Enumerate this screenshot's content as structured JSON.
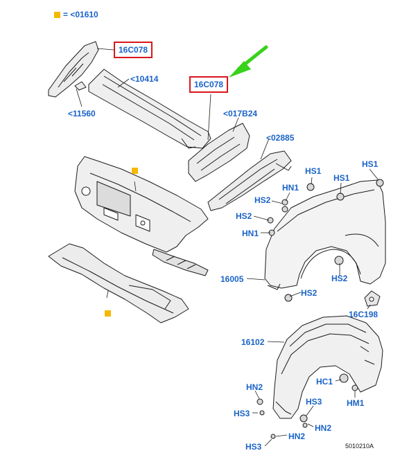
{
  "colors": {
    "label": "#1a63c8",
    "highlight_box": "#d8161b",
    "arrow": "#38d21a",
    "marker": "#f5b800",
    "line": "#1a1a1a"
  },
  "legend": {
    "text": "= <01610"
  },
  "labels": {
    "c16078_top": "16C078",
    "c16078_mid": "16C078",
    "p10414": "<10414",
    "p11560": "<11560",
    "p017b24": "<017B24",
    "p02885": "<02885",
    "hs1_a": "HS1",
    "hs1_b": "HS1",
    "hs1_c": "HS1",
    "hn1_a": "HN1",
    "hs2_a": "HS2",
    "hs2_b": "HS2",
    "hn1_b": "HN1",
    "p16005": "16005",
    "hs2_c": "HS2",
    "hs2_d": "HS2",
    "p16c198": "16C198",
    "p16102": "16102",
    "hc1": "HC1",
    "hm1": "HM1",
    "hn2_a": "HN2",
    "hs3_a": "HS3",
    "hs3_b": "HS3",
    "hn2_b": "HN2",
    "hn2_c": "HN2",
    "hs3_c": "HS3"
  },
  "footer": {
    "ref": "5010210A"
  }
}
